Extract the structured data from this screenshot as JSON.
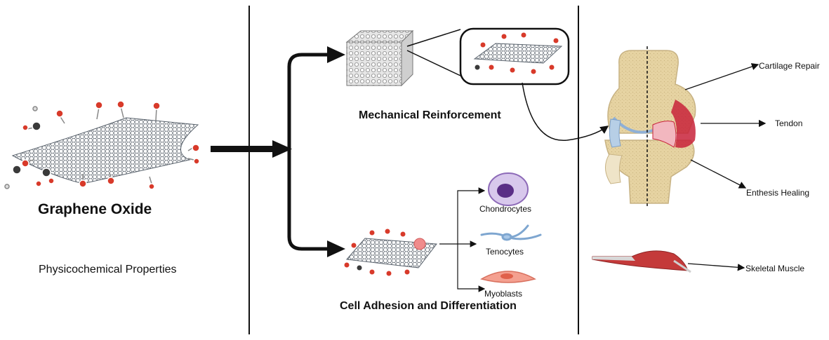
{
  "left_panel": {
    "title": "Graphene Oxide",
    "subtitle": "Physicochemical Properties"
  },
  "middle_panel": {
    "mechanical": "Mechanical Reinforcement",
    "adhesion": "Cell Adhesion and Differentiation",
    "cells": [
      "Chondrocytes",
      "Tenocytes",
      "Myoblasts"
    ]
  },
  "right_panel": {
    "applications": [
      "Cartilage Repair",
      "Tendon",
      "Enthesis Healing",
      "Skeletal Muscle"
    ]
  },
  "colors": {
    "sheet": "#7d8590",
    "oxygen": "#d83a2a",
    "carbon": "#3a3a3a",
    "bone": "#e8d6a8",
    "cartilage": "#b7cfe6",
    "inflamed": "#c8223a",
    "muscle": "#c43a3a",
    "chondrocyte": "#b79ad4",
    "tenocyte": "#a9c8e8",
    "myoblast": "#f0907e"
  }
}
